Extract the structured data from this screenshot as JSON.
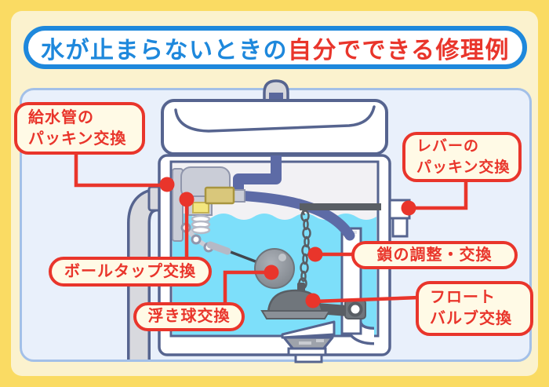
{
  "title": {
    "blue": "水が止まらないときの",
    "red": "自分でできる修理例"
  },
  "labels": {
    "supply_packing": {
      "line1": "給水管の",
      "line2": "パッキン交換"
    },
    "lever_packing": {
      "line1": "レバーの",
      "line2": "パッキン交換"
    },
    "ball_tap": {
      "line1": "ボールタップ交換"
    },
    "float_ball": {
      "line1": "浮き球交換"
    },
    "chain": {
      "line1": "鎖の調整・交換"
    },
    "float_valve": {
      "line1": "フロート",
      "line2": "バルブ交換"
    }
  },
  "colors": {
    "frame_yellow": "#FADB63",
    "frame_cream": "#FBF2CE",
    "panel_blue": "#E9F0FB",
    "panel_border": "#A3C0E8",
    "title_blue": "#1E88DC",
    "accent_red": "#E9352B",
    "label_fill": "#FFFAE6",
    "water": "#7DDFFA",
    "outline_slate": "#56648F",
    "pipe_slate": "#5D6BA6",
    "pipe_gray": "#D8D9DE",
    "tank_interior": "#F2F1F4",
    "hardware_gray": "#CACDD7",
    "dark_parts": "#595E64",
    "brass": "#D9C77B"
  }
}
